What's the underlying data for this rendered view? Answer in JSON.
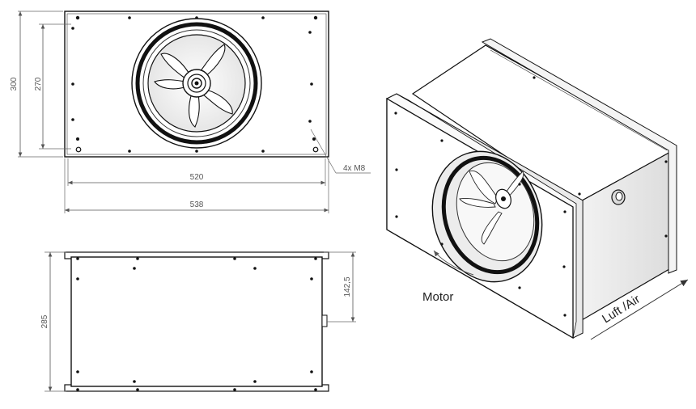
{
  "dimensions": {
    "front_height_outer": "300",
    "front_height_inner": "270",
    "front_width_inner": "520",
    "front_width_outer": "538",
    "bolt_note": "4x M8",
    "side_height": "285",
    "side_half": "142,5"
  },
  "labels": {
    "motor": "Motor",
    "airflow": "Luft /Air"
  }
}
